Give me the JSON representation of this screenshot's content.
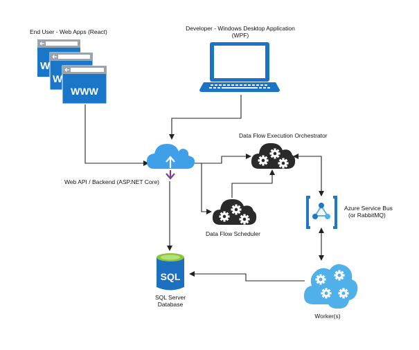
{
  "labels": {
    "end_user": "End User - Web Apps (React)",
    "developer_line1": "Developer - Windows Desktop Application",
    "developer_line2": "(WPF)",
    "web_api": "Web API / Backend (ASP.NET Core)",
    "orchestrator": "Data Flow Execution Orchestrator",
    "scheduler": "Data Flow Scheduler",
    "bus_line1": "Azure Service Bus",
    "bus_line2": "(or RabbitMQ)",
    "sql_line1": "SQL Server",
    "sql_line2": "Database",
    "workers": "Worker(s)"
  },
  "icons": {
    "www_text": "WWW",
    "w_letter": "W",
    "sql_text": "SQL"
  },
  "colors": {
    "browser_blue": "#1976c9",
    "browser_bar": "#9aa4ad",
    "cloud_blue": "#3f9fe8",
    "cloud_dark": "#2a2a2a",
    "cloud_lightblue": "#4fb0ea",
    "sql_blue": "#1d6fc0",
    "sql_green": "#8cc63f",
    "bus_blue": "#1e78c8",
    "arrow_purple": "#7a3f98",
    "line": "#222222"
  }
}
